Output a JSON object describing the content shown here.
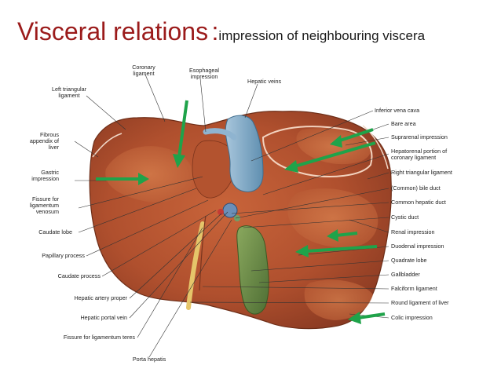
{
  "title": {
    "main": "Visceral relations",
    "separator": ":",
    "subtitle": "impression of neighbouring viscera"
  },
  "colors": {
    "title": "#9b1b1b",
    "liver": "#b5502e",
    "arrow": "#1fa34a",
    "vein": "#7fa9c8",
    "gallbladder": "#6d8f4a"
  },
  "labels": {
    "coronary": [
      "Coronary",
      "ligament"
    ],
    "esophageal": [
      "Esophageal",
      "impression"
    ],
    "hepatic_veins": [
      "Hepatic veins"
    ],
    "left_triangular": [
      "Left triangular",
      "ligament"
    ],
    "fibrous": [
      "Fibrous",
      "appendix of",
      "liver"
    ],
    "gastric": [
      "Gastric",
      "impression"
    ],
    "fissure_venosum": [
      "Fissure for",
      "ligamentum",
      "venosum"
    ],
    "caudate_lobe": [
      "Caudate lobe"
    ],
    "papillary": [
      "Papillary process"
    ],
    "caudate_process": [
      "Caudate process"
    ],
    "hepatic_artery": [
      "Hepatic artery proper"
    ],
    "portal_vein": [
      "Hepatic portal vein"
    ],
    "fissure_teres": [
      "Fissure for ligamentum teres"
    ],
    "porta": [
      "Porta hepatis"
    ],
    "ivc": [
      "Inferior vena cava"
    ],
    "bare_area": [
      "Bare area"
    ],
    "suprarenal": [
      "Suprarenal impression"
    ],
    "hepatorenal": [
      "Hepatorenal portion of",
      "coronary ligament"
    ],
    "right_triangular": [
      "Right triangular ligament"
    ],
    "bile_duct": [
      "(Common) bile duct"
    ],
    "common_hepatic": [
      "Common hepatic duct"
    ],
    "cystic": [
      "Cystic duct"
    ],
    "renal": [
      "Renal impression"
    ],
    "duodenal": [
      "Duodenal impression"
    ],
    "quadrate": [
      "Quadrate lobe"
    ],
    "gallbladder": [
      "Gallbladder"
    ],
    "falciform": [
      "Falciform ligament"
    ],
    "round_ligament": [
      "Round ligament of liver"
    ],
    "colic": [
      "Colic impression"
    ]
  }
}
